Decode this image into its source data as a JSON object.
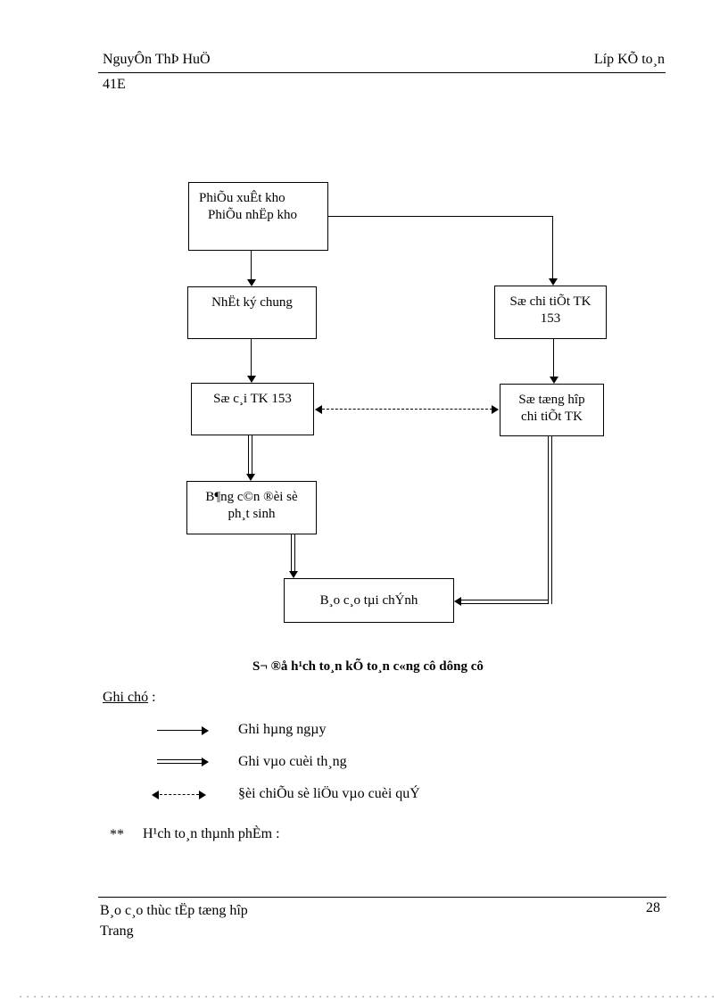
{
  "header": {
    "author": "NguyÔn ThÞ HuÖ",
    "class_right": "Líp KÕ to¸n",
    "class_code": "41E"
  },
  "diagram": {
    "boxes": {
      "vouchers": {
        "lines": [
          "PhiÕu xuÊt kho",
          "PhiÕu nhËp kho"
        ]
      },
      "general_journal": {
        "lines": [
          "NhËt ký chung"
        ]
      },
      "detail_ledger": {
        "lines": [
          "Sæ chi tiÕt TK",
          "153"
        ]
      },
      "general_ledger": {
        "lines": [
          "Sæ c¸i TK 153"
        ]
      },
      "summary_detail": {
        "lines": [
          "Sæ tæng hîp",
          "chi tiÕt TK"
        ]
      },
      "trial_balance": {
        "lines": [
          "B¶ng c©n ®èi sè",
          "ph¸t sinh"
        ]
      },
      "financial_report": {
        "lines": [
          "B¸o c¸o tµi chÝnh"
        ]
      }
    },
    "caption": "S¬ ®å h¹ch to¸n kÕ to¸n c«ng cô dông cô"
  },
  "legend": {
    "title": "Ghi chó",
    "colon": " :",
    "items": [
      {
        "arrow": "solid-single-arrow",
        "label": "Ghi hµng ngµy"
      },
      {
        "arrow": "solid-double-arrow",
        "label": "Ghi vµo cuèi th¸ng"
      },
      {
        "arrow": "dashed-double-headed-arrow",
        "label": "§èi chiÕu sè liÖu vµo cuèi quÝ"
      }
    ]
  },
  "note": {
    "marker": "**",
    "text": "H¹ch to¸n thµnh phÈm :"
  },
  "footer": {
    "report_title": "B¸o c¸o thùc tËp tæng hîp",
    "trang_label": "Trang",
    "page_number": "28"
  },
  "colors": {
    "text": "#000000",
    "line": "#000000",
    "dotted_bottom": "#c4c4c4"
  }
}
